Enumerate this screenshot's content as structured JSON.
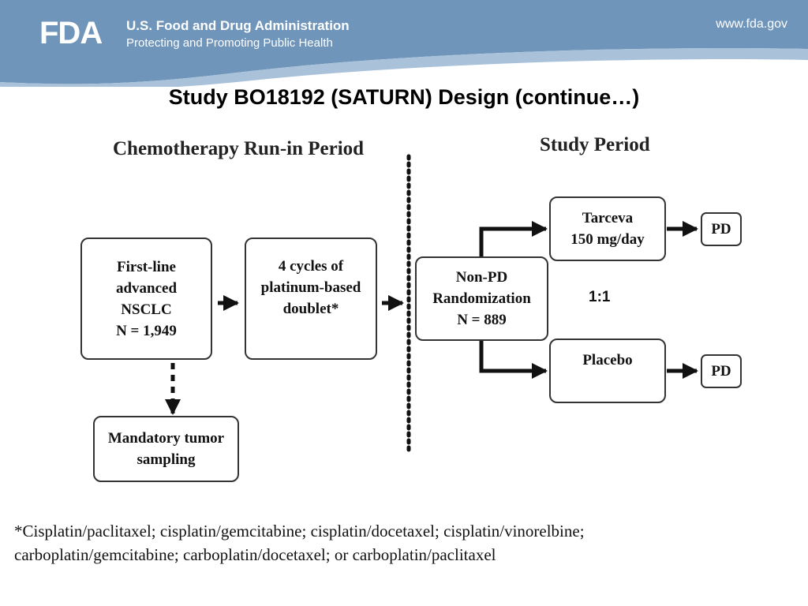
{
  "header": {
    "logo_text": "FDA",
    "agency_name": "U.S. Food and Drug Administration",
    "tagline": "Protecting and Promoting Public Health",
    "website": "www.fda.gov",
    "band_color": "#6f95ba"
  },
  "title": "Study BO18192 (SATURN) Design (continue…)",
  "sections": {
    "run_in": "Chemotherapy Run-in Period",
    "study": "Study Period"
  },
  "boxes": {
    "first_line": [
      "First-line",
      "advanced",
      "NSCLC",
      "N = 1,949"
    ],
    "cycles": [
      "4 cycles of",
      "platinum-based",
      "doublet*"
    ],
    "tumor_sampling": [
      "Mandatory tumor",
      "sampling"
    ],
    "randomization": [
      "Non-PD",
      "Randomization",
      "N = 889"
    ],
    "tarceva": [
      "Tarceva",
      "150 mg/day"
    ],
    "placebo": [
      "Placebo"
    ],
    "pd_top": "PD",
    "pd_bottom": "PD"
  },
  "ratio": "1:1",
  "footnote": [
    "*Cisplatin/paclitaxel; cisplatin/gemcitabine; cisplatin/docetaxel; cisplatin/vinorelbine;",
    "carboplatin/gemcitabine; carboplatin/docetaxel; or carboplatin/paclitaxel"
  ]
}
